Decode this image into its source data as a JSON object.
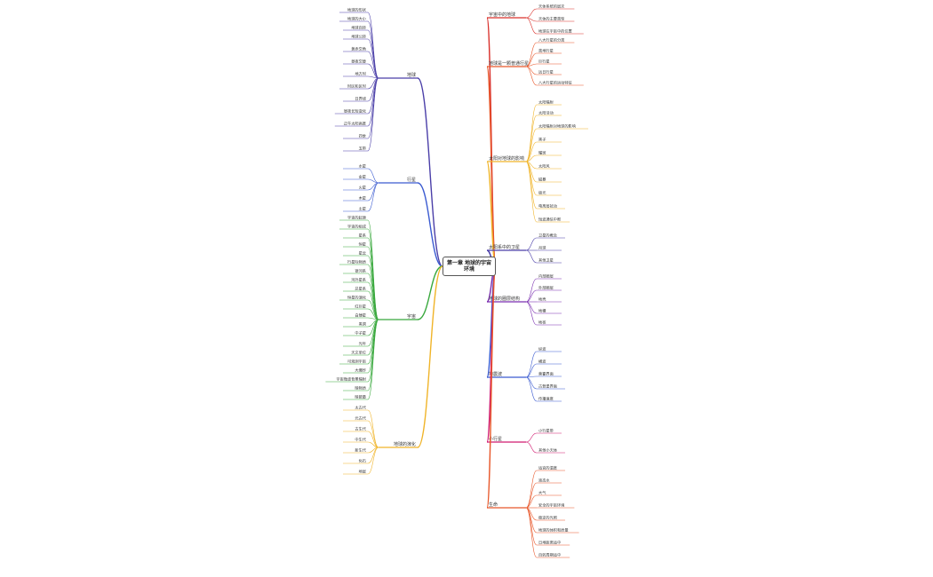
{
  "center": {
    "title": "第一章 地球的宇宙环境"
  },
  "colors": {
    "orange": "#e8572a",
    "red": "#d9302b",
    "magenta": "#d0196f",
    "purple": "#7b2fb0",
    "violet": "#4a3ea8",
    "blue": "#3b5bd1",
    "teal": "#1aa59a",
    "green": "#38a83c",
    "lime": "#9ac026",
    "yellow": "#e0a91a",
    "gold": "#f0b429"
  },
  "branches": {
    "r1": {
      "label": "宇宙中的地球",
      "items": [
        "天体系统的层次",
        "天体的主要类型",
        "地球在宇宙中的位置"
      ]
    },
    "r2": {
      "label": "地球是一颗普通行星",
      "items": [
        "八大行星的分类",
        "类地行星",
        "巨行星",
        "远日行星",
        "八大行星的运动特征"
      ]
    },
    "r3": {
      "label": "太阳对地球的影响",
      "items": [
        "太阳辐射",
        "太阳活动",
        "太阳辐射对地球的影响",
        "黑子",
        "耀斑",
        "太阳风",
        "磁暴",
        "极光",
        "电离层扰动",
        "短波通信中断"
      ]
    },
    "r4": {
      "label": "太阳系中的卫星",
      "items": [
        "卫星的概念",
        "月球",
        "其他卫星"
      ]
    },
    "r5": {
      "label": "地球的圈层结构",
      "items": [
        "内部圈层",
        "外部圈层",
        "地壳",
        "地幔",
        "地核"
      ]
    },
    "r6": {
      "label": "地震波",
      "items": [
        "纵波",
        "横波",
        "莫霍界面",
        "古登堡界面",
        "传播速度"
      ]
    },
    "r7": {
      "label": "小行星",
      "items": [
        "小行星带",
        "其他小天体"
      ]
    },
    "r8": {
      "label": "生命",
      "items": [
        "适宜的温度",
        "液态水",
        "大气",
        "安全的宇宙环境",
        "稳定的光照",
        "地球的体积和质量",
        "日地距离适中",
        "自转周期适中"
      ]
    },
    "l1": {
      "label": "地球",
      "items": [
        "地球的形状",
        "地球的大小",
        "地球自转",
        "地球公转",
        "黄赤交角",
        "昼夜交替",
        "地方时",
        "时区和区时",
        "日界线",
        "昼夜长短变化",
        "正午太阳高度",
        "四季",
        "五带"
      ]
    },
    "l2": {
      "label": "行星",
      "items": [
        "水星",
        "金星",
        "火星",
        "木星",
        "土星"
      ]
    },
    "l3": {
      "label": "宇宙",
      "items": [
        "宇宙的起源",
        "宇宙的组成",
        "星系",
        "恒星",
        "星云",
        "行星际物质",
        "银河系",
        "河外星系",
        "总星系",
        "恒星的演化",
        "红巨星",
        "白矮星",
        "黑洞",
        "中子星",
        "光年",
        "天文单位",
        "可观测宇宙",
        "大爆炸",
        "宇宙微波背景辐射",
        "暗物质",
        "暗能量"
      ]
    },
    "l4": {
      "label": "地球的演化",
      "items": [
        "太古代",
        "元古代",
        "古生代",
        "中生代",
        "新生代",
        "化石",
        "地层"
      ]
    }
  }
}
